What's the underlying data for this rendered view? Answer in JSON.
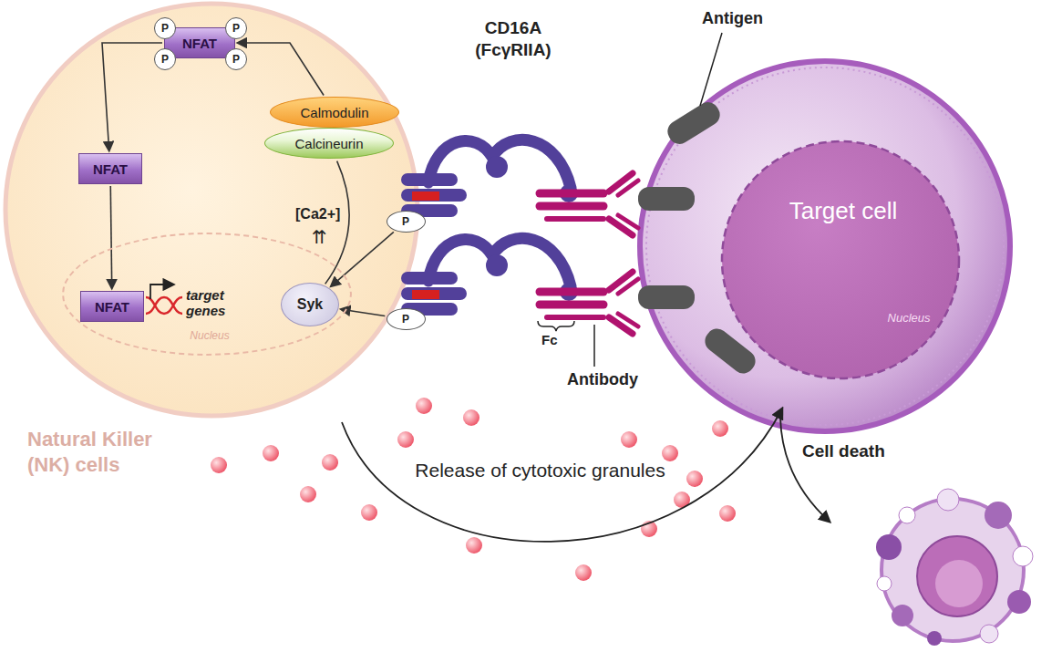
{
  "diagram": {
    "nodes": [
      {
        "text": [
          "Natural Killer (NK) cells"
        ]
      },
      {
        "text": [
          "NFAT"
        ],
        "in": 0
      },
      {
        "text": [
          "Calmodulin"
        ],
        "in": 0
      },
      {
        "text": [
          "Calcineurin"
        ],
        "in": 0
      },
      {
        "text": [
          "NFAT"
        ],
        "in": 0
      },
      {
        "text": [
          "Nucleus"
        ],
        "in": 0
      },
      {
        "text": [
          "NFAT"
        ],
        "in": 5
      },
      {
        "text": [
          "Syk"
        ],
        "in": 0
      },
      {
        "text": [
          "P"
        ]
      },
      {
        "text": [
          "P"
        ]
      },
      {
        "text": [
          "Target cell",
          "Nucleus"
        ]
      }
    ],
    "edges": [
      {
        "from": 1,
        "to": 4,
        "arrow": "to"
      },
      {
        "from": 4,
        "to": 6,
        "arrow": "to"
      },
      {
        "from": 7,
        "to": 3,
        "arrow": "none"
      },
      {
        "from": 2,
        "to": 1,
        "arrow": "to"
      },
      {
        "from": 8,
        "to": 7,
        "arrow": "to"
      },
      {
        "from": 9,
        "to": 7,
        "arrow": "to"
      }
    ],
    "labels": [
      "P",
      "P",
      "P",
      "P",
      "CD16A",
      "(FcγRIIA)",
      "Antigen",
      "target genes",
      "[Ca2+]",
      "⇈",
      "Fc",
      "Antibody",
      "Release of cytotoxic granules",
      "Cell death"
    ]
  }
}
